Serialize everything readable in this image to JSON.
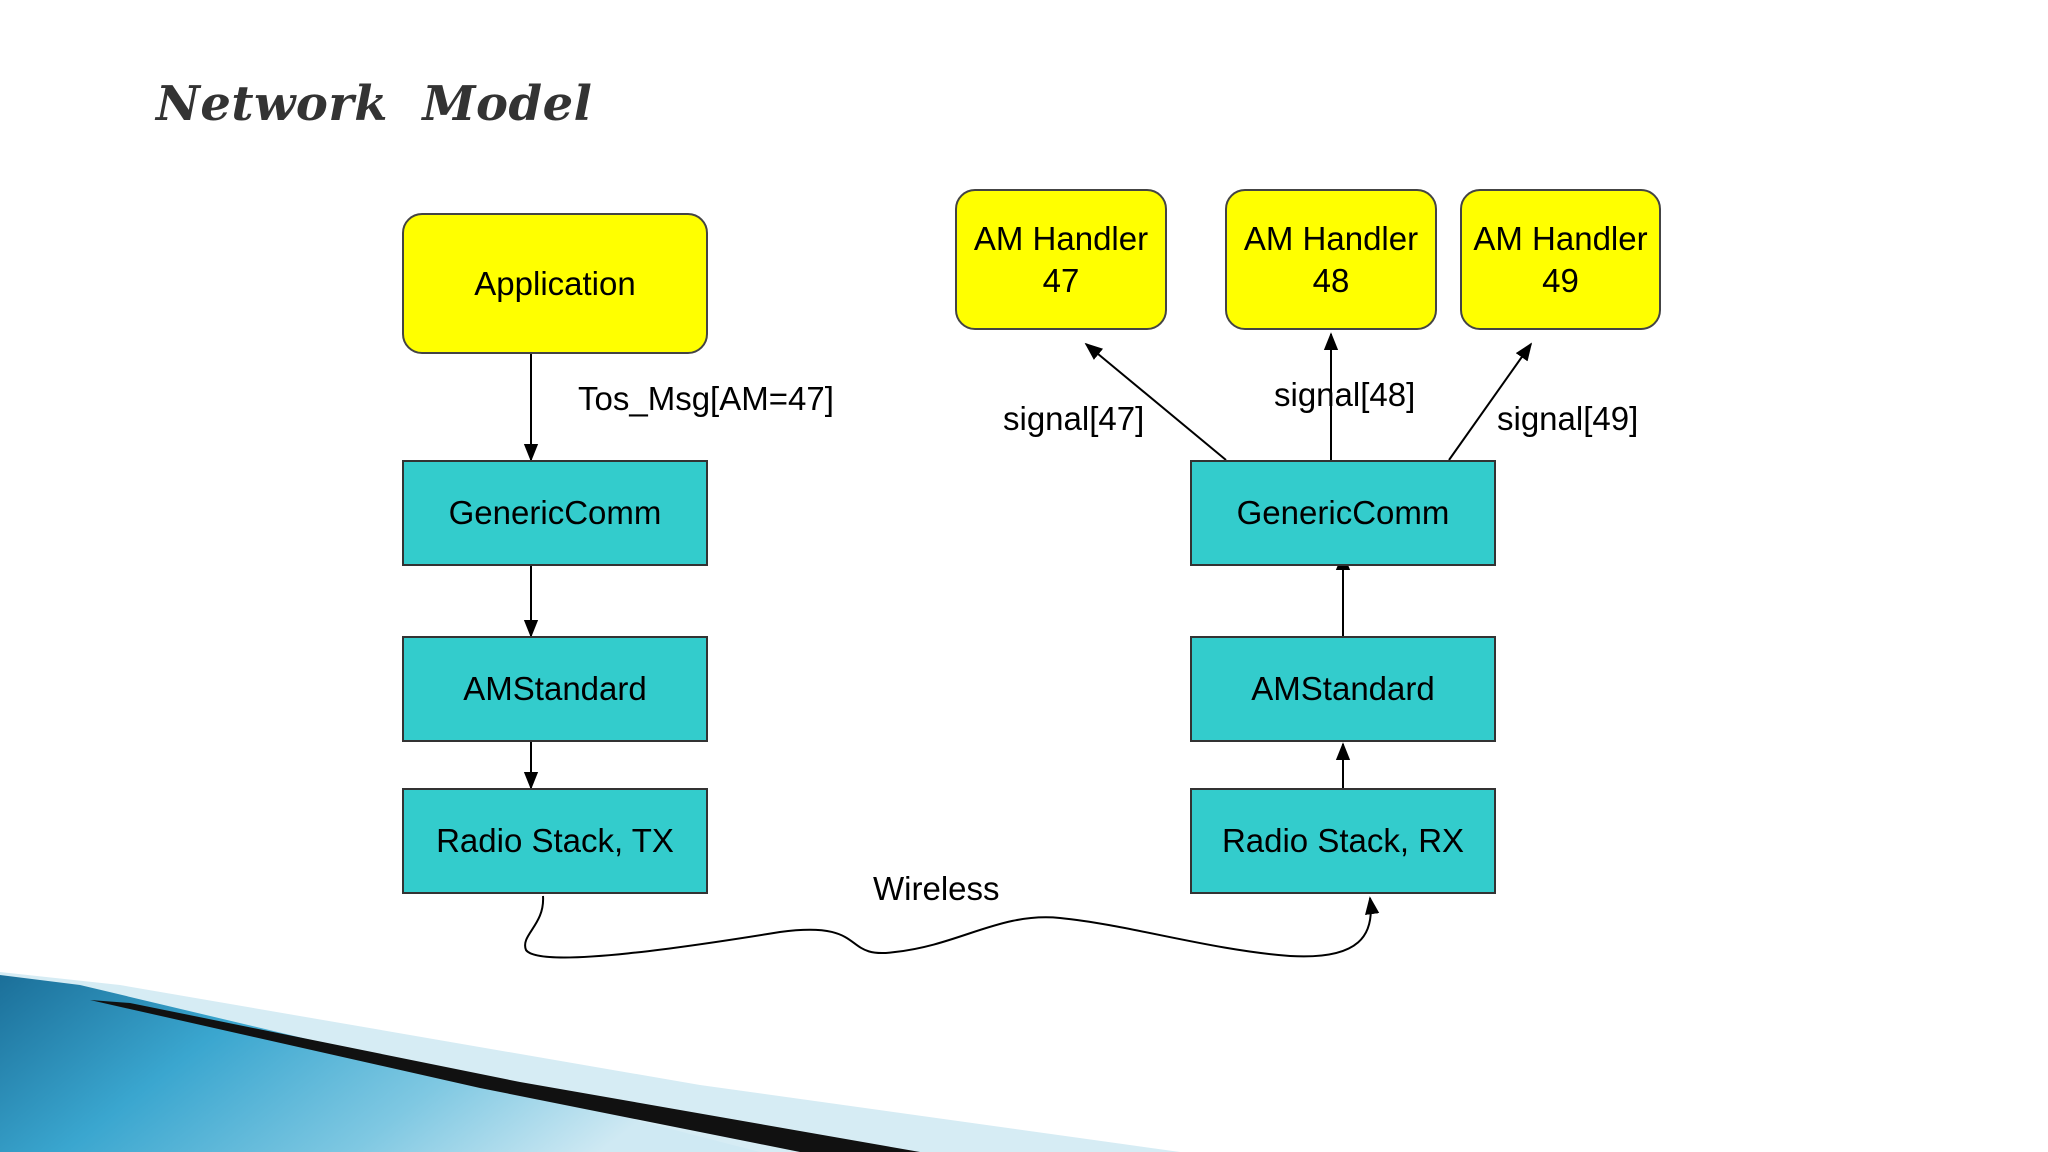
{
  "title": "Network  Model",
  "nodes": {
    "application": "Application",
    "tx_generic": "GenericComm",
    "tx_amstandard": "AMStandard",
    "tx_radio": "Radio Stack, TX",
    "rx_generic": "GenericComm",
    "rx_amstandard": "AMStandard",
    "rx_radio": "Radio Stack, RX",
    "handler47": "AM Handler\n47",
    "handler48": "AM Handler\n48",
    "handler49": "AM Handler\n49"
  },
  "edges": {
    "tos_msg": "Tos_Msg[AM=47]",
    "signal47": "signal[47]",
    "signal48": "signal[48]",
    "signal49": "signal[49]",
    "wireless": "Wireless"
  },
  "colors": {
    "handler_fill": "#ffff00",
    "component_fill": "#33cccc",
    "banner_blue": "#2a8fb5",
    "banner_black": "#111111"
  }
}
